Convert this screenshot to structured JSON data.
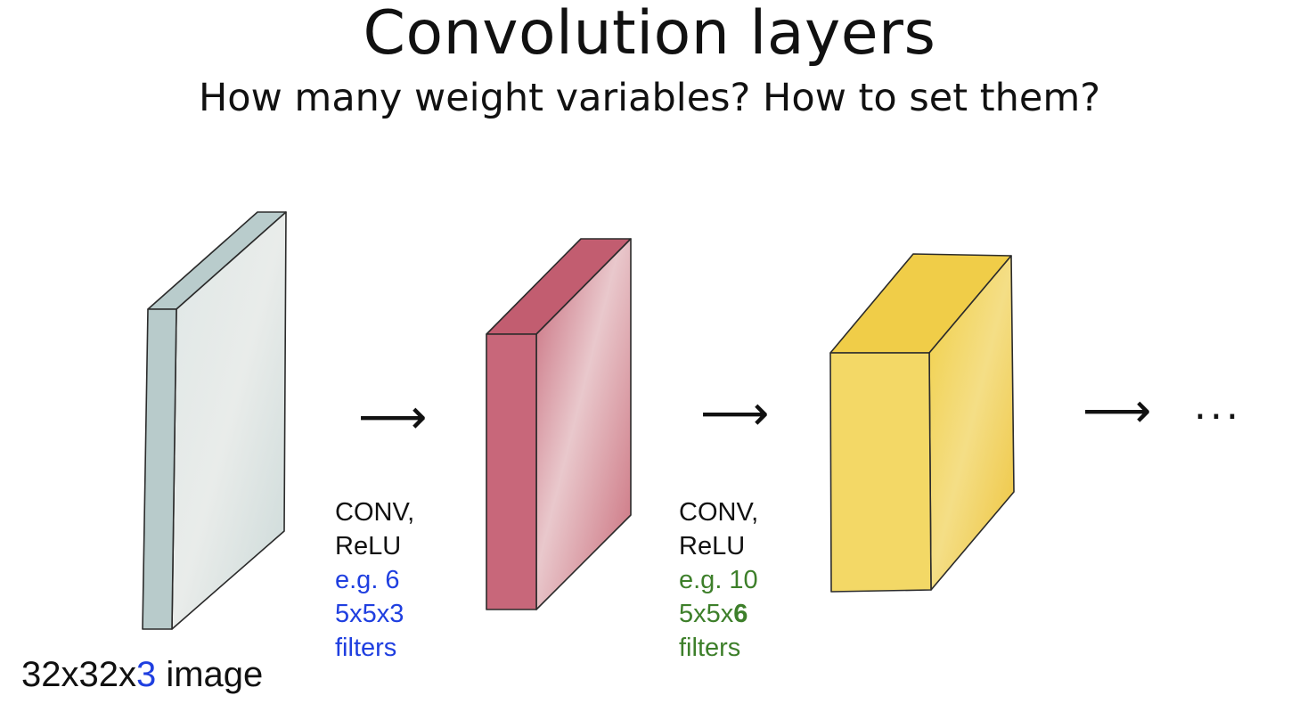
{
  "title": "Convolution layers",
  "subtitle": "How many weight variables? How to set them?",
  "input_caption": {
    "prefix": "32x32x",
    "highlight": "3",
    "suffix": " image"
  },
  "stage1": {
    "op_line1": "CONV,",
    "op_line2": "ReLU",
    "count_line": "e.g. 6",
    "size_line": "5x5x3",
    "filters_line": "filters"
  },
  "stage2": {
    "op_line1": "CONV,",
    "op_line2": "ReLU",
    "count_line": "e.g. 10",
    "size_prefix": "5x5x",
    "size_bold": "6",
    "filters_line": "filters"
  },
  "ellipsis": "...",
  "colors": {
    "input_volume": "#c9d8d8",
    "layer1_volume": "#c86b7a",
    "layer2_volume": "#f1cf45",
    "stage1_text": "#1f3fe0",
    "stage2_text": "#3d7f2a"
  }
}
